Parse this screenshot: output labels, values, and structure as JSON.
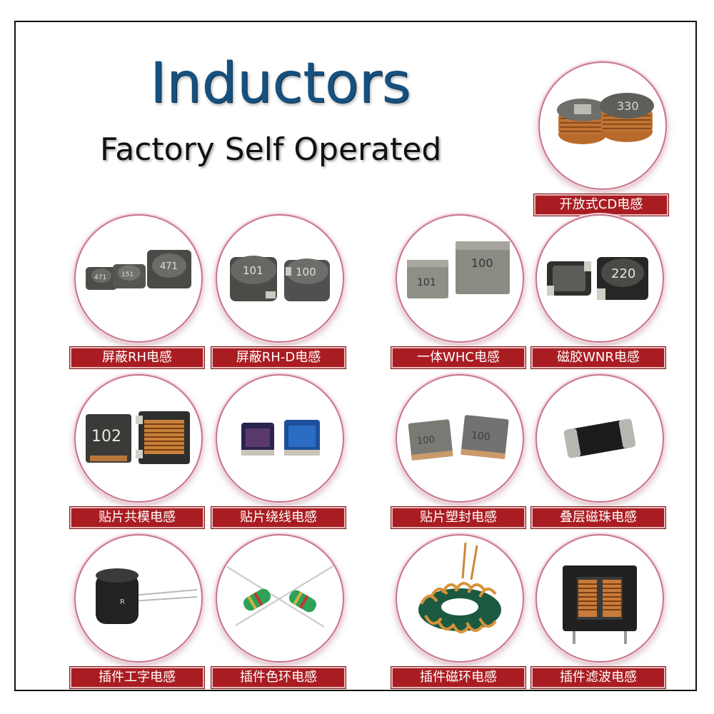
{
  "header": {
    "title": "Inductors",
    "subtitle": "Factory Self Operated"
  },
  "products": [
    {
      "label": "开放式CD电感",
      "icon": "open-cd-inductor-icon"
    },
    {
      "label": "屏蔽RH电感",
      "icon": "shielded-rh-inductor-icon",
      "markings": [
        "471",
        "151",
        "471"
      ]
    },
    {
      "label": "屏蔽RH-D电感",
      "icon": "shielded-rh-d-inductor-icon",
      "markings": [
        "101",
        "100"
      ]
    },
    {
      "label": "一体WHC电感",
      "icon": "molded-whc-inductor-icon",
      "markings": [
        "101",
        "100"
      ]
    },
    {
      "label": "磁胶WNR电感",
      "icon": "magnetic-glue-wnr-inductor-icon",
      "markings": [
        "220"
      ]
    },
    {
      "label": "贴片共模电感",
      "icon": "smd-common-mode-inductor-icon",
      "markings": [
        "102"
      ]
    },
    {
      "label": "贴片绕线电感",
      "icon": "smd-wirewound-inductor-icon"
    },
    {
      "label": "贴片塑封电感",
      "icon": "smd-molded-inductor-icon",
      "markings": [
        "100",
        "100"
      ]
    },
    {
      "label": "叠层磁珠电感",
      "icon": "multilayer-bead-inductor-icon"
    },
    {
      "label": "插件工字电感",
      "icon": "radial-drum-inductor-icon"
    },
    {
      "label": "插件色环电感",
      "icon": "color-ring-inductor-icon"
    },
    {
      "label": "插件磁环电感",
      "icon": "toroidal-inductor-icon"
    },
    {
      "label": "插件滤波电感",
      "icon": "filter-choke-inductor-icon"
    }
  ],
  "colors": {
    "title": "#16507e",
    "label_bg": "#a91d22",
    "circle_border": "#c8758a"
  },
  "open_cd_marking": "330"
}
